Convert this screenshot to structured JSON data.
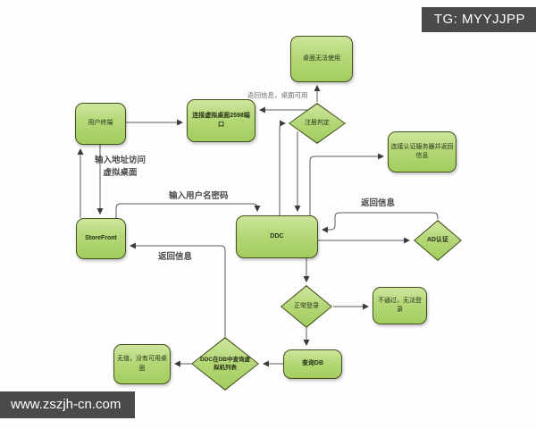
{
  "watermarks": {
    "tg_tag": "TG: MYYJJPP",
    "site": "www.zszjh-cn.com"
  },
  "colors": {
    "node_fill_top": "#cde69d",
    "node_fill_bottom": "#a3cd5f",
    "node_border": "#44511d",
    "edge_line": "#5a5a5a",
    "watermark_bg": "#4a4a4a",
    "background": "#fefefe"
  },
  "nodes": {
    "desktop_unusable": {
      "label": "桌面无法使用",
      "shape": "rect"
    },
    "user_terminal": {
      "label": "用户终端",
      "shape": "rect"
    },
    "connect_port": {
      "label": "连接虚拟桌面2598端口",
      "shape": "rect"
    },
    "register_check": {
      "label": "注册判定",
      "shape": "diamond"
    },
    "auth_server": {
      "label": "连接认证服务器并返回信息",
      "shape": "rect"
    },
    "storefront": {
      "label": "StoreFront",
      "shape": "rect"
    },
    "ddc": {
      "label": "DDC",
      "shape": "rect"
    },
    "ad_auth": {
      "label": "AD认证",
      "shape": "diamond"
    },
    "normal_login": {
      "label": "正常登录",
      "shape": "diamond"
    },
    "login_fail": {
      "label": "不通过，无法登录",
      "shape": "rect"
    },
    "query_db": {
      "label": "查询DB",
      "shape": "rect"
    },
    "ddc_query_vm": {
      "label": "DDC在DB中查询虚拟机列表",
      "shape": "diamond"
    },
    "no_desktop": {
      "label": "无值，没有可用桌面",
      "shape": "rect"
    }
  },
  "edge_labels": {
    "return_desktop_ok": {
      "text": "返回信息，桌面可用"
    },
    "enter_address": {
      "line1": "输入地址访问",
      "line2": "虚拟桌面"
    },
    "enter_credentials": {
      "text": "输入用户名密码"
    },
    "return_info_right": {
      "text": "返回信息"
    },
    "return_info_left": {
      "text": "返回信息"
    }
  }
}
